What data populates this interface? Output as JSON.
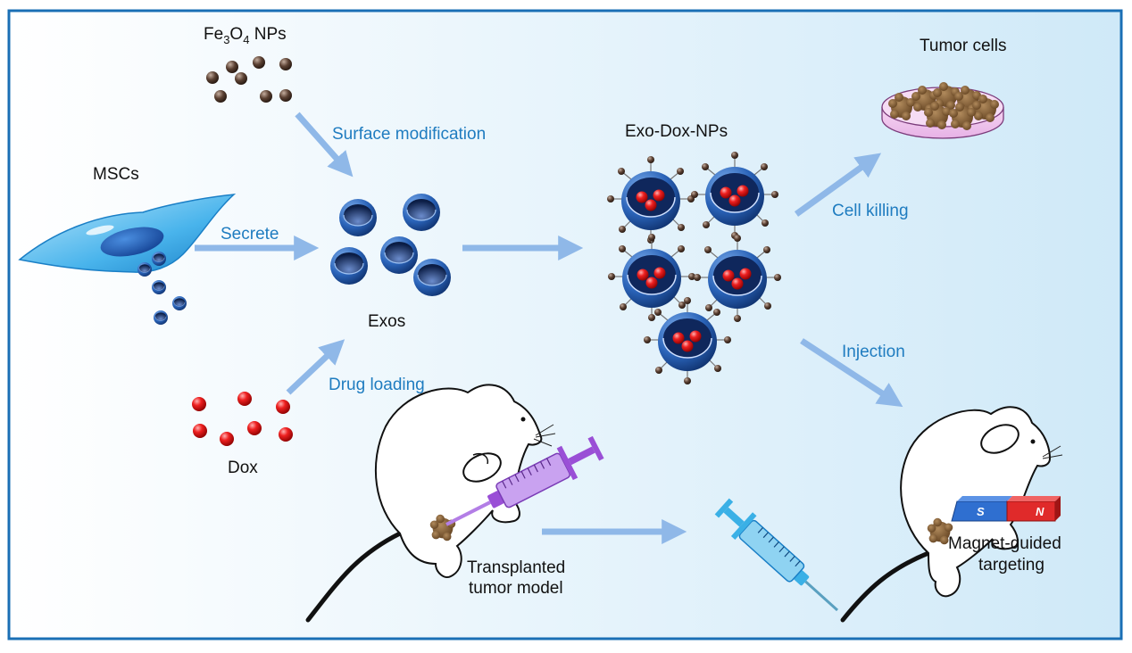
{
  "labels": {
    "fe3o4_main": "Fe",
    "fe3o4_sub1": "3",
    "fe3o4_o": "O",
    "fe3o4_sub2": "4",
    "fe3o4_tail": " NPs",
    "mscs": "MSCs",
    "exos": "Exos",
    "dox": "Dox",
    "exo_dox_nps": "Exo-Dox-NPs",
    "tumor_cells": "Tumor cells",
    "transplanted_line1": "Transplanted",
    "transplanted_line2": "tumor model",
    "magnet_line1": "Magnet-guided",
    "magnet_line2": "targeting",
    "magnet_s": "S",
    "magnet_n": "N"
  },
  "arrows": {
    "surface_modification": "Surface modification",
    "secrete": "Secrete",
    "drug_loading": "Drug loading",
    "cell_killing": "Cell killing",
    "injection": "Injection"
  },
  "colors": {
    "border": "#1a6fb5",
    "arrow": "#8fb8e8",
    "arrow_text": "#1f7cc0",
    "exosome": "#2a63b8",
    "dox": "#e0141c",
    "nanoparticle": "#5a4032",
    "syringe_purple": "#9a4fd6",
    "syringe_blue": "#3ab0e6"
  }
}
